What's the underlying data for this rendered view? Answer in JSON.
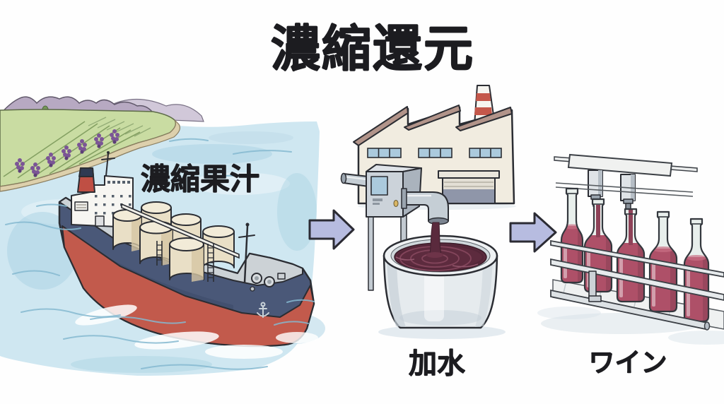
{
  "title": "濃縮還元",
  "stages": [
    {
      "id": "concentrated-juice",
      "label": "濃縮果汁"
    },
    {
      "id": "add-water",
      "label": "加水"
    },
    {
      "id": "wine",
      "label": "ワイン"
    }
  ],
  "icons": {
    "ship": "cargo-ship-with-juice-tanks-icon",
    "vineyard": "grape-vineyard-coastline-icon",
    "factory": "sawtooth-factory-icon",
    "vat": "wine-vat-filling-icon",
    "bottling_line": "wine-bottle-filling-line-icon",
    "arrow": "flow-right-arrow-icon",
    "anchor": "anchor-icon"
  },
  "colors": {
    "title_text": "#1c1c20",
    "label_text": "#1f1f23",
    "arrow_fill": "#b7bce0",
    "arrow_outline": "#2b2b33",
    "sea": "#cfe7f1",
    "hull_navy": "#4a5878",
    "hull_red": "#c25a4c",
    "tank_cream": "#e9dfc6",
    "factory_wall": "#f1ece0",
    "roof_brown": "#b2948a",
    "window_blue": "#abcadd",
    "chimney_stripe_red": "#c4574a",
    "wine_dark": "#5d2b3e",
    "wine_bottle": "#ae5068",
    "grape_purple": "#7b5596",
    "vineyard_green": "#c9dca2",
    "mountain_purple": "#b7a9c2",
    "shore_tan": "#ddd0ac"
  }
}
